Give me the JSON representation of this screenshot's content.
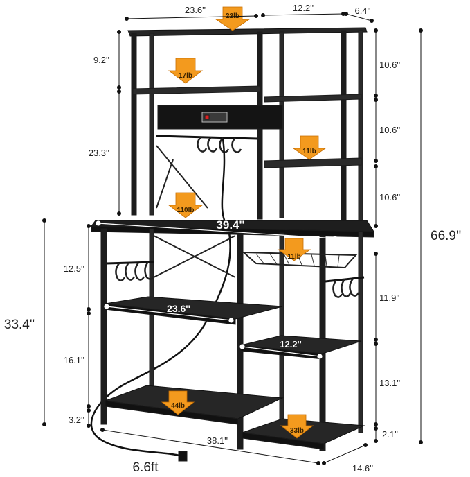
{
  "colors": {
    "frame": "#1c1c1c",
    "shelf": "#2b2b2b",
    "arrow": "#f39a1e",
    "dimension_line": "#111111"
  },
  "dimensions": {
    "top_width": "23.6''",
    "top_side_width": "12.2''",
    "top_depth": "6.4''",
    "left_top_gap": "9.2''",
    "left_hutch_height": "23.3''",
    "right_gap_1": "10.6''",
    "right_gap_2": "10.6''",
    "right_gap_3": "10.6''",
    "total_height": "66.9''",
    "counter_height": "33.4''",
    "left_gap_1": "12.5''",
    "left_gap_2": "16.1''",
    "left_gap_3": "3.2''",
    "right_low_1": "11.9''",
    "right_low_2": "13.1''",
    "right_low_3": "2.1''",
    "base_width": "38.1''",
    "base_depth": "14.6''",
    "cord_length": "6.6ft"
  },
  "shelf_labels": {
    "countertop_width": "39.4''",
    "middle_shelf_width": "23.6''",
    "side_shelf_width": "12.2''"
  },
  "weights": {
    "top": "22lb",
    "upper_shelf": "17lb",
    "side_shelf": "11lb",
    "countertop": "110lb",
    "basket": "11lb",
    "bottom_left": "44lb",
    "bottom_right": "33lb"
  }
}
